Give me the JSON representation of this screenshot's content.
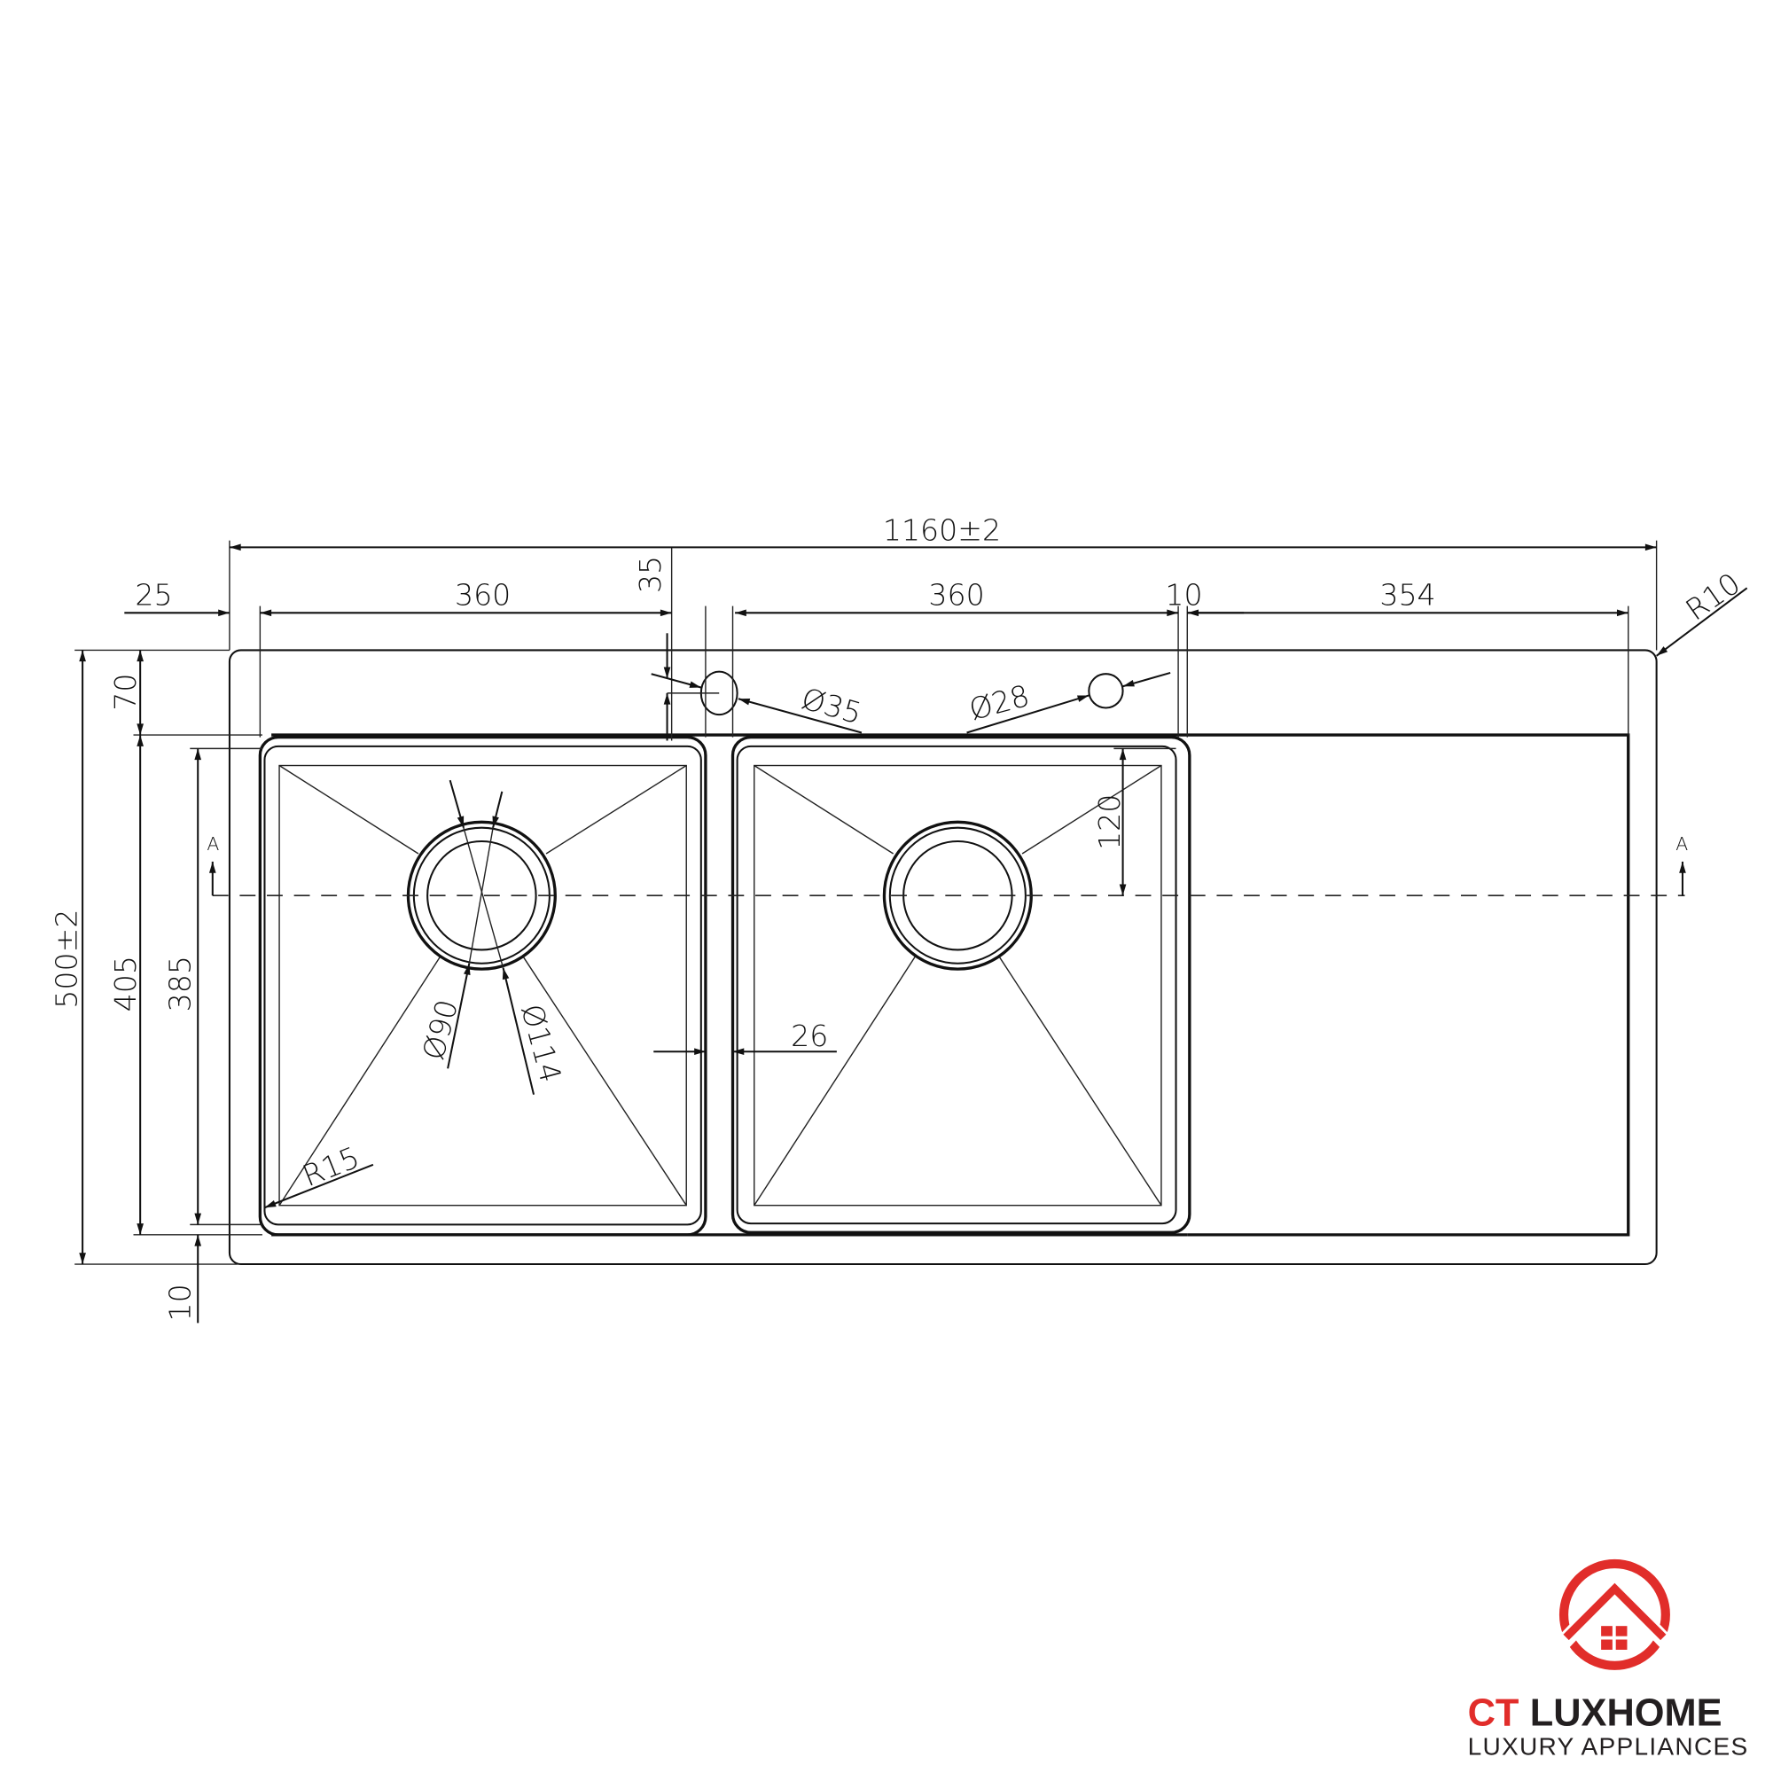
{
  "drawing": {
    "overall_length": "1160±2",
    "overall_width": "500±2",
    "left_margin": "25",
    "bowl_left_width": "360",
    "bowl_right_width": "360",
    "gap_right": "10",
    "drainboard_width": "354",
    "tap_offset": "35",
    "corner_radius": "R10",
    "back_deck": "70",
    "bowl_outer_depth": "405",
    "bowl_inner_depth": "385",
    "front_margin": "10",
    "drain_offset": "120",
    "divider_width": "26",
    "drain_inner_dia": "Ø90",
    "drain_outer_dia": "Ø114",
    "bowl_radius": "R15",
    "tap_hole_dia": "Ø35",
    "accessory_hole_dia": "Ø28",
    "section_mark": "A"
  },
  "logo": {
    "brand_part1": "CT",
    "brand_part2": "LUXHOME",
    "tagline": "LUXURY APPLIANCES",
    "colors": {
      "red": "#e12d2a",
      "dark": "#231f20"
    }
  }
}
